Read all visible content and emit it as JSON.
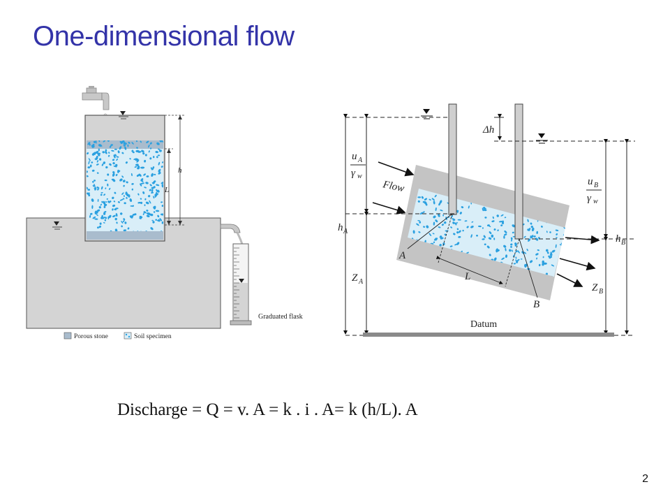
{
  "slide": {
    "title": "One-dimensional flow",
    "formula": "Discharge = Q = v. A = k . i . A= k (h/L). A",
    "page_number": "2"
  },
  "left_diagram": {
    "label_h": "h",
    "label_L": "L",
    "label_flask": "Graduated flask",
    "legend_porous": "Porous stone",
    "legend_soil": "Soil specimen"
  },
  "right_diagram": {
    "label_flow": "Flow",
    "label_delta_h": "Δh",
    "label_uA_num": "u",
    "label_uA_sub": "A",
    "label_gamma": "γ",
    "label_w": "w",
    "label_uB_num": "u",
    "label_uB_sub": "B",
    "label_h": "h",
    "label_hA_sub": "A",
    "label_hB_sub": "B",
    "label_Z": "Z",
    "label_ZA_sub": "A",
    "label_ZB_sub": "B",
    "label_A": "A",
    "label_B": "B",
    "label_L": "L",
    "label_datum": "Datum"
  },
  "colors": {
    "title": "#3333a8",
    "water": "#cfcfcf",
    "soil_dots": "#2aa0e0",
    "porous_stone": "#9ab0c8"
  }
}
